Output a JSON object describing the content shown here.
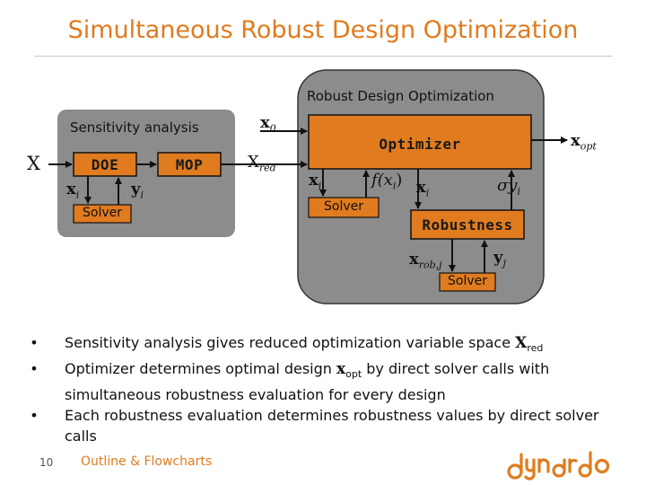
{
  "slide": {
    "title": "Simultaneous Robust Design Optimization",
    "page_number": "10",
    "footer": "Outline & Flowcharts",
    "logo_text": "dynardo",
    "accent_color": "#e07b1f"
  },
  "diagram": {
    "rdo_label": "Robust Design Optimization",
    "sensitivity_label": "Sensitivity analysis",
    "doe_label": "DOE",
    "mop_label": "MOP",
    "solver1_label": "Solver",
    "optimizer_label": "Optimizer",
    "solver2_label": "Solver",
    "robustness_label": "Robustness",
    "solver3_label": "Solver",
    "math": {
      "x_in": "X",
      "x0": "x",
      "x0_sub": "0",
      "xred": "X",
      "xred_sub": "red",
      "xopt": "x",
      "xopt_sub": "opt",
      "xi_doe": "x",
      "xi_doe_sub": "i",
      "yi_doe": "y",
      "yi_doe_sub": "i",
      "xi_opt": "x",
      "xi_opt_sub": "i",
      "fxi": "f(x",
      "fxi_sub": "i",
      "fxi_close": ")",
      "xi_rob": "x",
      "xi_rob_sub": "i",
      "sigma": "σy",
      "sigma_sub": "i",
      "xrobj": "x",
      "xrobj_sub": "rob,j",
      "yj": "y",
      "yj_sub": "j"
    }
  },
  "bullets": [
    {
      "text": "Sensitivity analysis gives reduced optimization variable space ",
      "sym": "X",
      "sub": "red",
      "tail": ""
    },
    {
      "text": "Optimizer determines optimal design ",
      "sym": "x",
      "sub": "opt",
      "tail": " by direct solver calls with simultaneous robustness evaluation for every design"
    },
    {
      "text": "Each robustness evaluation determines robustness values by direct solver calls",
      "sym": "",
      "sub": "",
      "tail": ""
    }
  ]
}
